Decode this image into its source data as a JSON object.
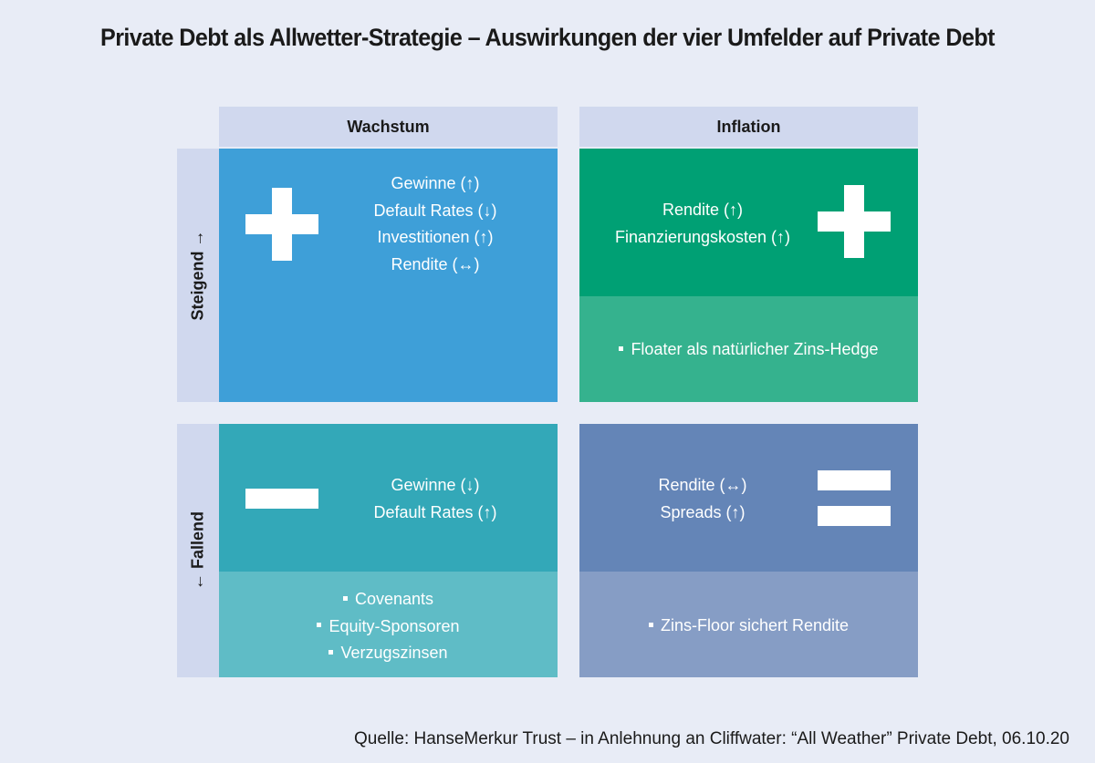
{
  "title": "Private Debt als Allwetter-Strategie – Auswirkungen der vier Umfelder auf Private Debt",
  "columns": [
    {
      "label": "Wachstum"
    },
    {
      "label": "Inflation"
    }
  ],
  "rows": [
    {
      "label": "Steigend →"
    },
    {
      "label": "← Fallend"
    }
  ],
  "cells": {
    "wachstum_steigend": {
      "symbol": "plus",
      "lines": [
        "Gewinne (↑)",
        "Default Rates (↓)",
        "Investitionen (↑)",
        "Rendite (↔)"
      ],
      "color": "#3e9fd8"
    },
    "inflation_steigend": {
      "symbol": "plus",
      "lines": [
        "Rendite (↑)",
        "Finanzierungskosten (↑)"
      ],
      "notes": [
        "Floater als natürlicher Zins-Hedge"
      ],
      "color_top": "#00a074",
      "color_bottom": "#35b28e"
    },
    "wachstum_fallend": {
      "symbol": "minus",
      "lines": [
        "Gewinne (↓)",
        "Default Rates (↑)"
      ],
      "notes": [
        "Covenants",
        "Equity-Sponsoren",
        "Verzugszinsen"
      ],
      "color_top": "#33a8b8",
      "color_bottom": "#5fbcc6"
    },
    "inflation_fallend": {
      "symbol": "equals",
      "lines": [
        "Rendite (↔)",
        "Spreads (↑)"
      ],
      "notes": [
        "Zins-Floor sichert Rendite"
      ],
      "color_top": "#6485b7",
      "color_bottom": "#869dc5"
    }
  },
  "source": "Quelle: HanseMerkur Trust – in Anlehnung an Cliffwater: “All Weather” Private Debt, 06.10.20"
}
